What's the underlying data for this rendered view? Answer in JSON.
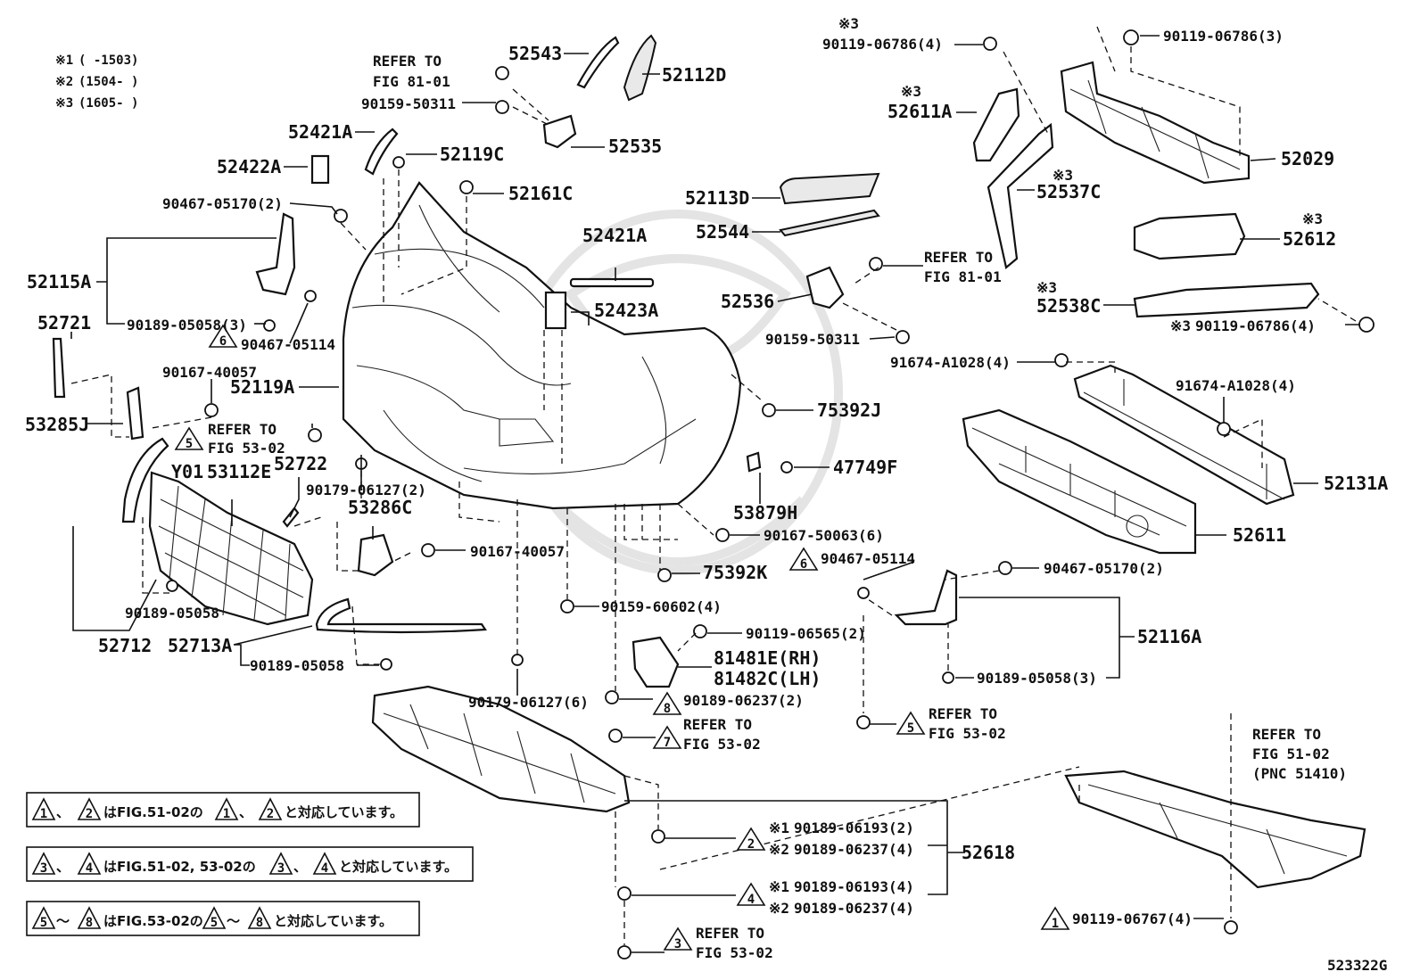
{
  "diagram_id": "523322G",
  "variant_notes": [
    {
      "mark": "※1",
      "text": "(     -1503)"
    },
    {
      "mark": "※2",
      "text": "(1504-     )"
    },
    {
      "mark": "※3",
      "text": "(1605-     )"
    }
  ],
  "parts": {
    "p52543": "52543",
    "p52112D": "52112D",
    "p90159_50311_top": "90159-50311",
    "p52535": "52535",
    "p52421A_left": "52421A",
    "p52119C": "52119C",
    "p52422A": "52422A",
    "p52161C": "52161C",
    "p90467_05170_left": "90467-05170(2)",
    "p52115A": "52115A",
    "p52721": "52721",
    "p90189_05058_3_left": "90189-05058(3)",
    "p90467_05114_left": "90467-05114",
    "p90167_40057_left": "90167-40057",
    "p52119A": "52119A",
    "p53285J": "53285J",
    "p52722": "52722",
    "pY01": "Y01",
    "p53112E": "53112E",
    "p90179_06127_2": "90179-06127(2)",
    "p53286C": "53286C",
    "p90167_40057_mid": "90167-40057",
    "p90189_05058_grille": "90189-05058",
    "p52712": "52712",
    "p52713A": "52713A",
    "p90189_05058_bottom": "90189-05058",
    "p52421A_mid": "52421A",
    "p52423A": "52423A",
    "p52113D": "52113D",
    "p52544": "52544",
    "p52536": "52536",
    "p90159_50311_mid": "90159-50311",
    "p75392J": "75392J",
    "p47749F": "47749F",
    "p53879H": "53879H",
    "p90167_50063": "90167-50063(6)",
    "p75392K": "75392K",
    "p90159_60602": "90159-60602(4)",
    "p90119_06565": "90119-06565(2)",
    "p81481E": "81481E(RH)",
    "p81482C": "81482C(LH)",
    "p90189_06237_2": "90189-06237(2)",
    "p90179_06127_6": "90179-06127(6)",
    "p90119_06786_left": "90119-06786(4)",
    "p90119_06786_3": "90119-06786(3)",
    "p52611A": "52611A",
    "p52029": "52029",
    "p52537C": "52537C",
    "p52612": "52612",
    "p52538C": "52538C",
    "p90119_06786_right": "90119-06786(4)",
    "p91674_A1028_left": "91674-A1028(4)",
    "p91674_A1028_right": "91674-A1028(4)",
    "p52131A": "52131A",
    "p52611": "52611",
    "p90467_05114_right": "90467-05114",
    "p90467_05170_right": "90467-05170(2)",
    "p52116A": "52116A",
    "p90189_05058_3_right": "90189-05058(3)",
    "p52618": "52618",
    "p90189_06193_2": "90189-06193(2)",
    "p90189_06237_4a": "90189-06237(4)",
    "p90189_06193_4": "90189-06193(4)",
    "p90189_06237_4b": "90189-06237(4)",
    "p90119_06767": "90119-06767(4)"
  },
  "refers": {
    "refer_to": "REFER TO",
    "fig_81_01": "FIG 81-01",
    "fig_53_02": "FIG 53-02",
    "fig_51_02": "FIG 51-02",
    "pnc_51410": "(PNC 51410)"
  },
  "marks": {
    "n1": "1",
    "n2": "2",
    "n3": "3",
    "n4": "4",
    "n5": "5",
    "n6": "6",
    "n7": "7",
    "n8": "8",
    "s1": "※1",
    "s2": "※2",
    "s3": "※3"
  },
  "legend": {
    "box1": {
      "mid": "、",
      "text1": "はFIG.51-02の",
      "text2": "と対応しています。"
    },
    "box2": {
      "mid": "、",
      "text1": "はFIG.51-02, 53-02の",
      "text2": "と対応しています。"
    },
    "box3": {
      "mid": "～",
      "text1": "はFIG.53-02の",
      "text2": "と対応しています。"
    }
  }
}
